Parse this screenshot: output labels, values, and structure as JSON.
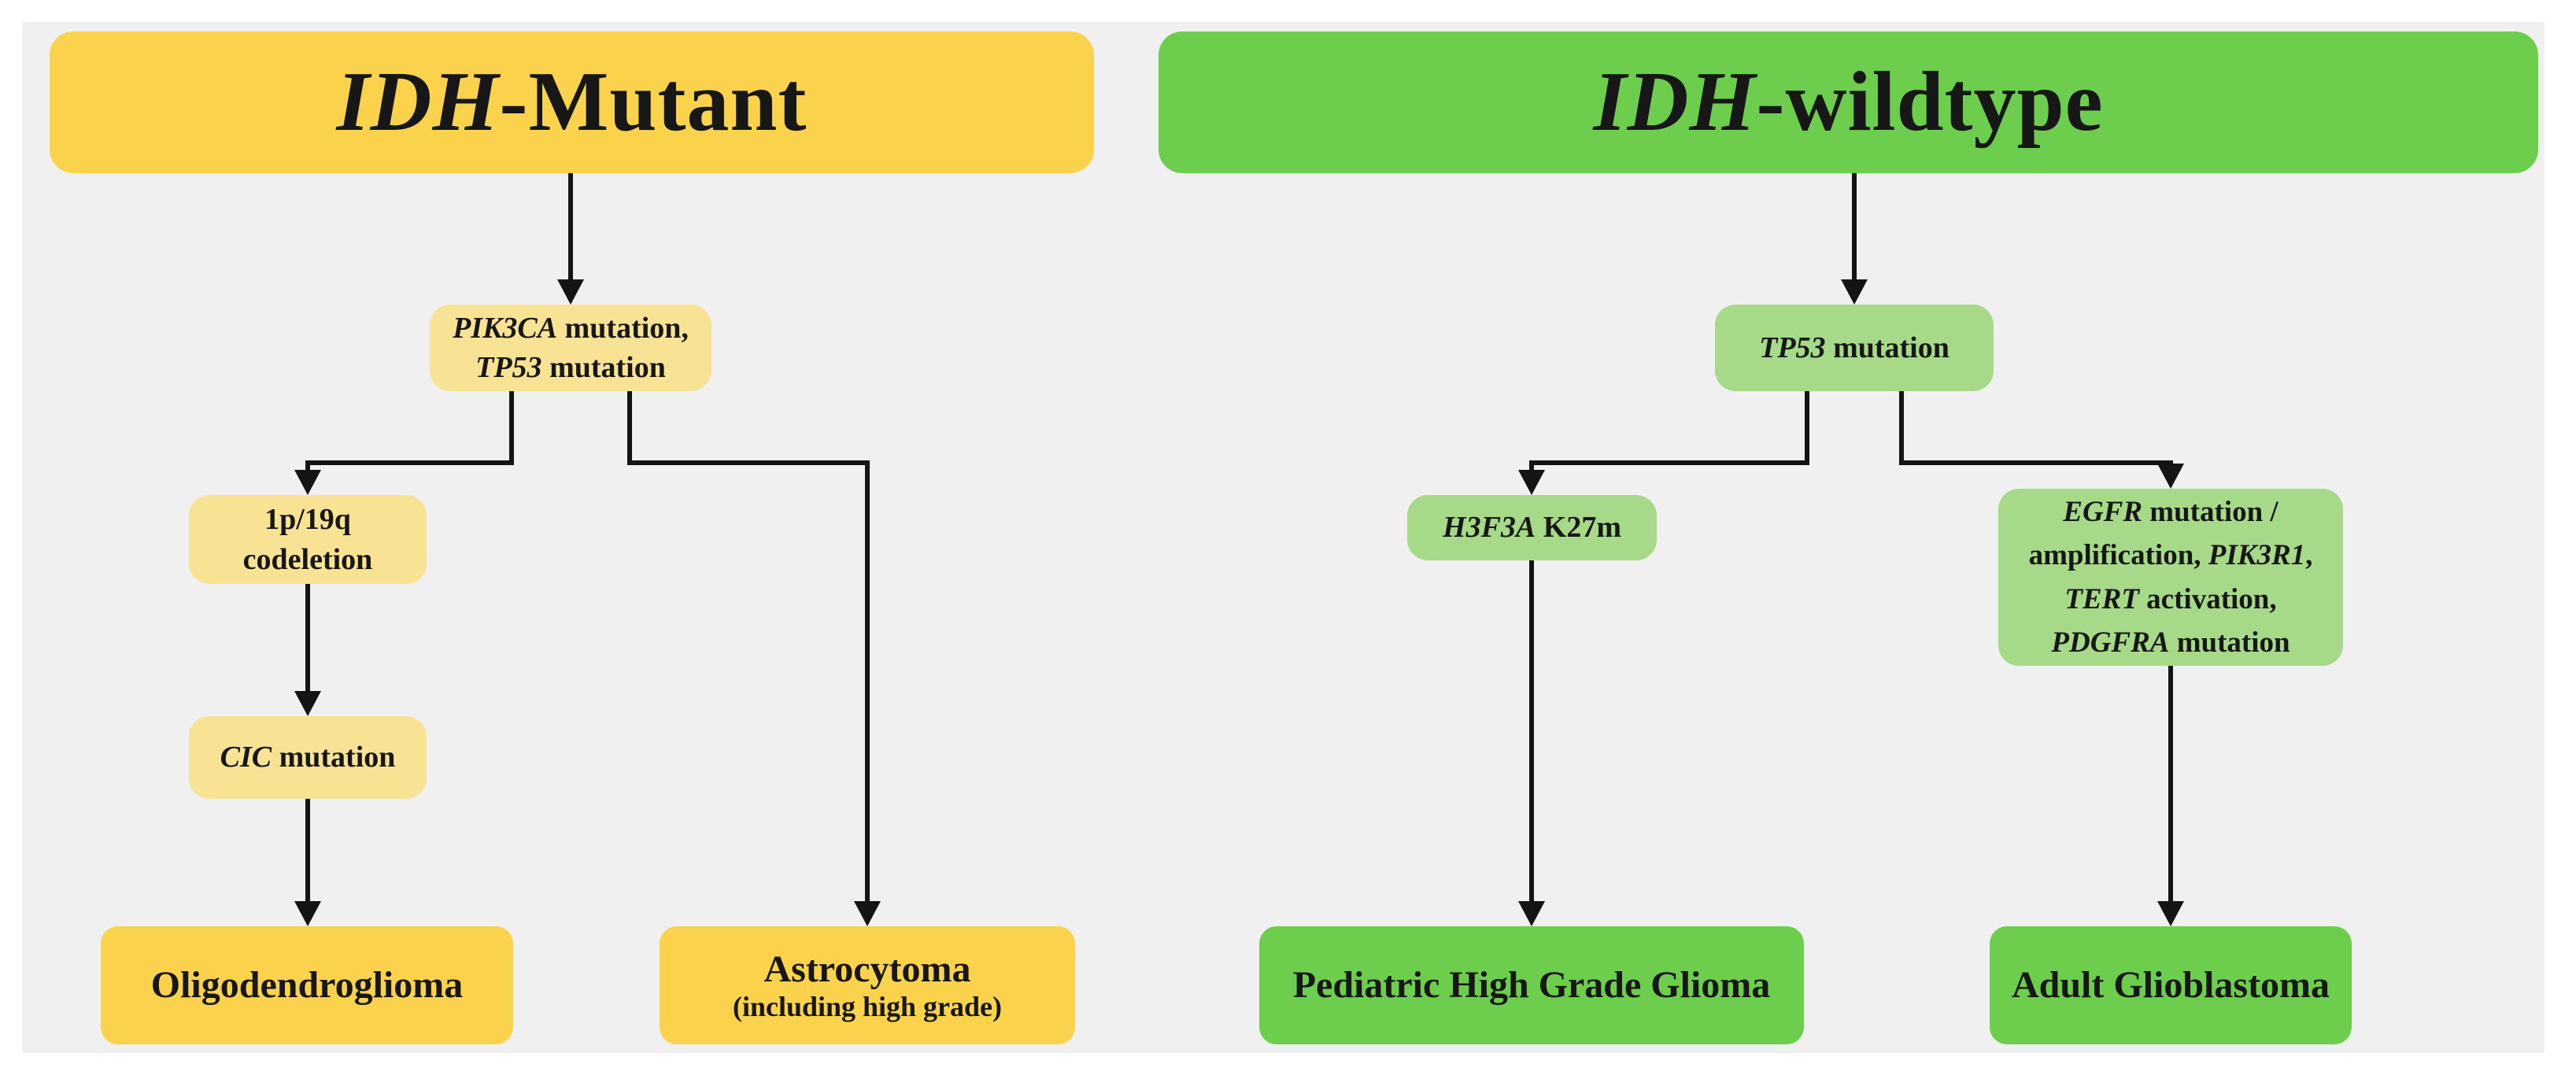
{
  "colors": {
    "page-bg": "#ffffff",
    "panel-bg": "#f0f0f1",
    "yellow-dark": "#fbd24b",
    "yellow-light": "#f8e294",
    "green-dark": "#6cce4c",
    "green-light": "#a6da88",
    "line": "#141414",
    "text": "#171717"
  },
  "left_branch": {
    "header": {
      "gene": "IDH",
      "rest": "-Mutant"
    },
    "pik3ca_node": {
      "line1_gene": "PIK3CA",
      "line1_rest": " mutation,",
      "line2_gene": "TP53",
      "line2_rest": " mutation"
    },
    "codeletion_node": {
      "line1": "1p/19q",
      "line2": "codeletion"
    },
    "cic_node": {
      "gene": "CIC",
      "rest": " mutation"
    },
    "oligodendroglioma_node": {
      "label": "Oligodendroglioma"
    },
    "astrocytoma_node": {
      "title": "Astrocytoma",
      "subtitle": "(including high grade)"
    }
  },
  "right_branch": {
    "header": {
      "gene": "IDH",
      "rest": "-wildtype"
    },
    "tp53_node": {
      "gene": "TP53",
      "rest": " mutation"
    },
    "h3f3a_node": {
      "gene": "H3F3A",
      "rest": " K27m"
    },
    "egfr_node": {
      "line1_gene": "EGFR",
      "line1_rest": " mutation /",
      "line2_pre": "amplification, ",
      "line2_gene": "PIK3R1",
      "line2_rest": ",",
      "line3_gene": "TERT",
      "line3_rest": " activation,",
      "line4_gene": "PDGFRA",
      "line4_rest": " mutation"
    },
    "pediatric_node": {
      "label": "Pediatric High Grade Glioma"
    },
    "adult_node": {
      "label": "Adult Glioblastoma"
    }
  }
}
